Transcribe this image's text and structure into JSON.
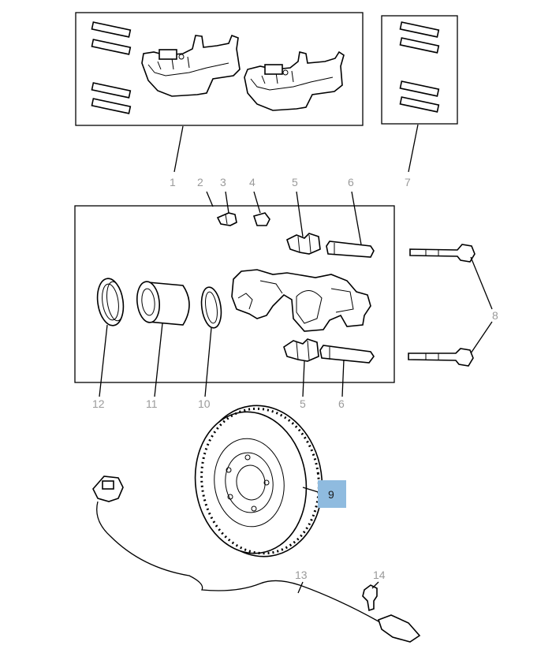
{
  "diagram": {
    "callouts": {
      "c1": "1",
      "c2": "2",
      "c3": "3",
      "c4": "4",
      "c5a": "5",
      "c6a": "6",
      "c7": "7",
      "c8": "8",
      "c9": "9",
      "c10": "10",
      "c11": "11",
      "c12": "12",
      "c5b": "5",
      "c6b": "6",
      "c13": "13",
      "c14": "14"
    },
    "highlighted_callout": "9",
    "highlight_color": "#8fbbdf",
    "callout_color": "#9a9a9a",
    "line_color": "#000000"
  }
}
